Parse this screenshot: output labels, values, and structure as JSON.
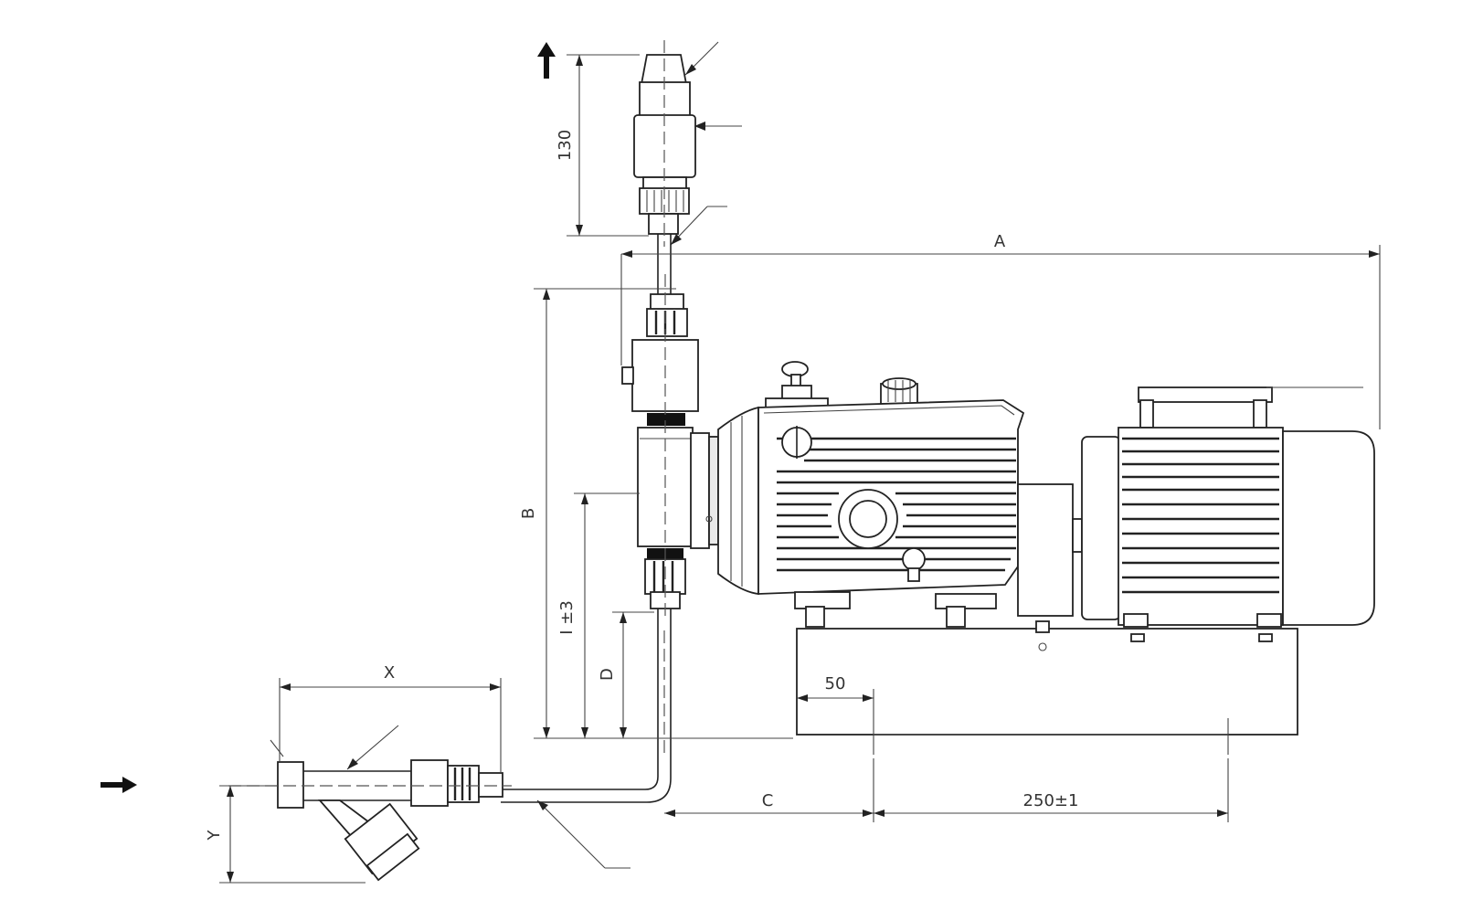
{
  "drawing": {
    "type": "pump-installation-dimension-drawing",
    "dimensions": {
      "A": "A",
      "B": "B",
      "C": "C",
      "D": "D",
      "I": "I ±3",
      "X": "X",
      "Y": "Y",
      "valve_height": "130",
      "base_offset": "50",
      "foot_spacing": "250±1"
    },
    "flow_arrows": [
      "outlet-up-arrow",
      "inlet-right-arrow"
    ]
  }
}
